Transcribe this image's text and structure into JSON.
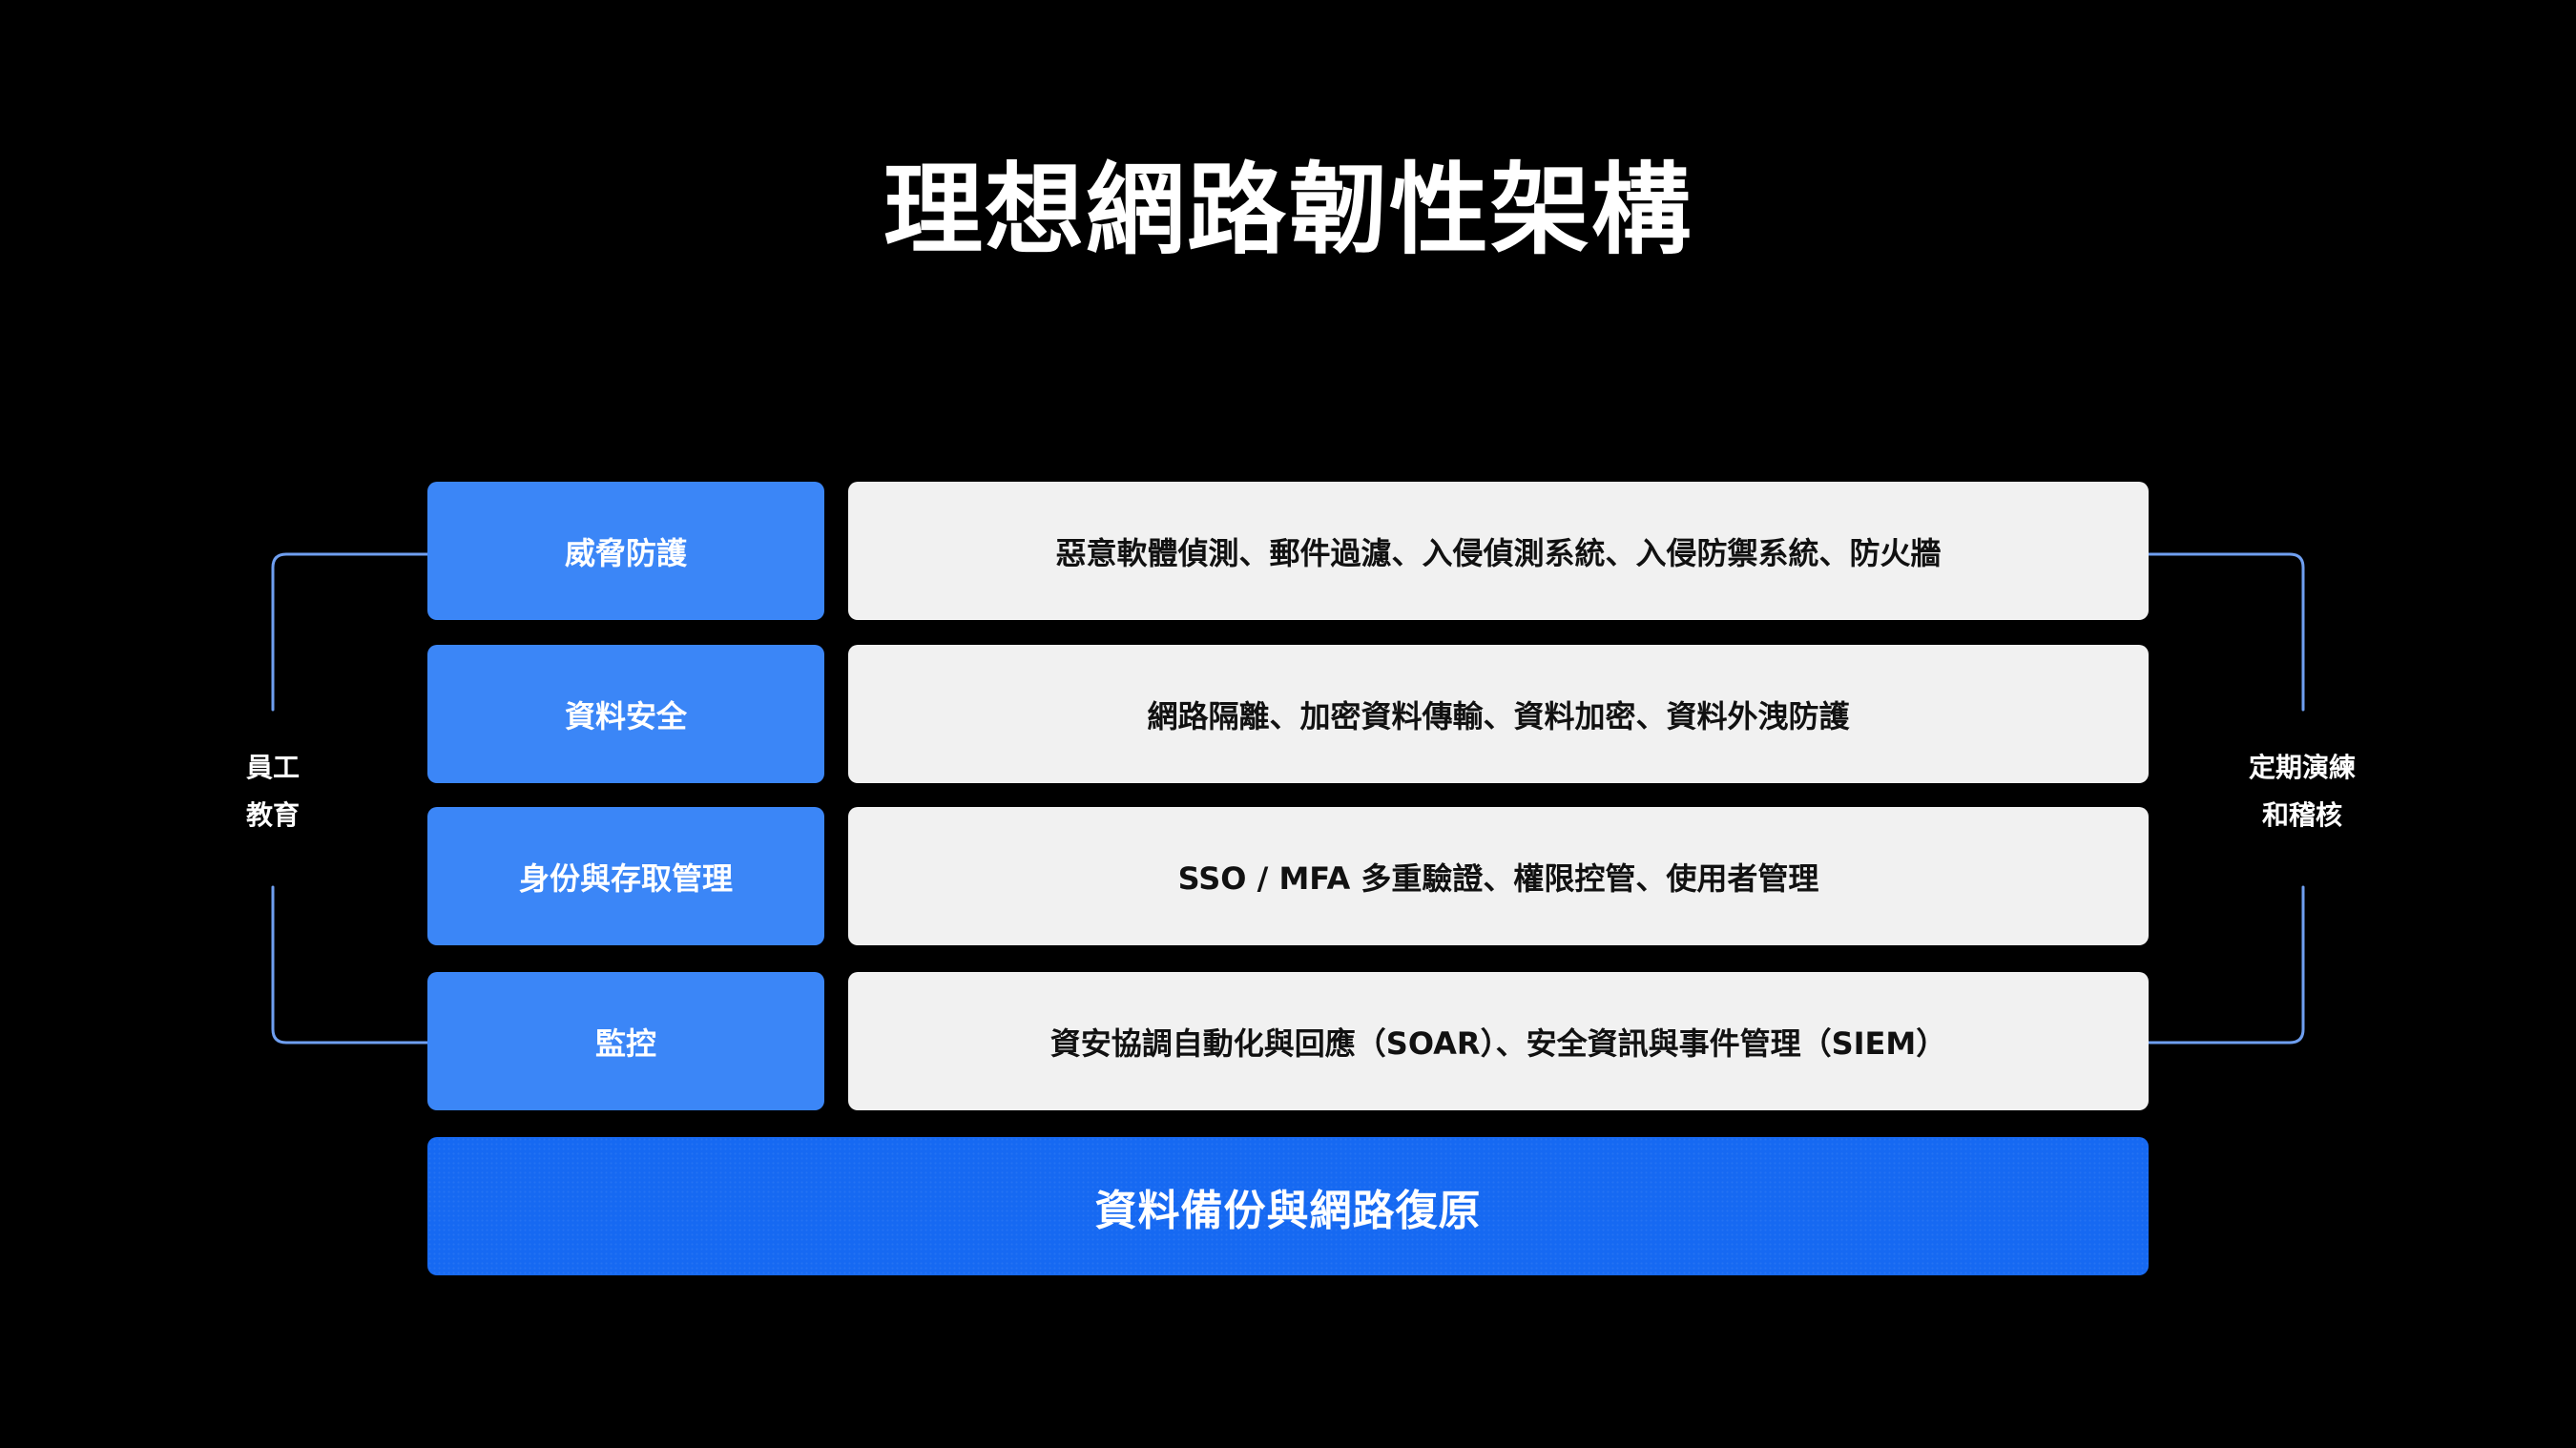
{
  "title": "理想網路韌性架構",
  "rows": [
    {
      "label": "威脅防護",
      "description": "惡意軟體偵測、郵件過濾、入侵偵測系統、入侵防禦系統、防火牆"
    },
    {
      "label": "資料安全",
      "description": "網路隔離、加密資料傳輸、資料加密、資料外洩防護"
    },
    {
      "label": "身份與存取管理",
      "description": "SSO / MFA 多重驗證、權限控管、使用者管理"
    },
    {
      "label": "監控",
      "description": "資安協調自動化與回應（SOAR）、安全資訊與事件管理（SIEM）"
    }
  ],
  "base": {
    "label": "資料備份與網路復原"
  },
  "side_left": {
    "line1": "員工",
    "line2": "教育"
  },
  "side_right": {
    "line1": "定期演練",
    "line2": "和稽核"
  },
  "colors": {
    "background": "#000000",
    "label_blue": "#3b86f7",
    "base_blue": "#1669f2",
    "desc_bg": "#f1f1f1",
    "bracket": "#6f9ff0"
  }
}
